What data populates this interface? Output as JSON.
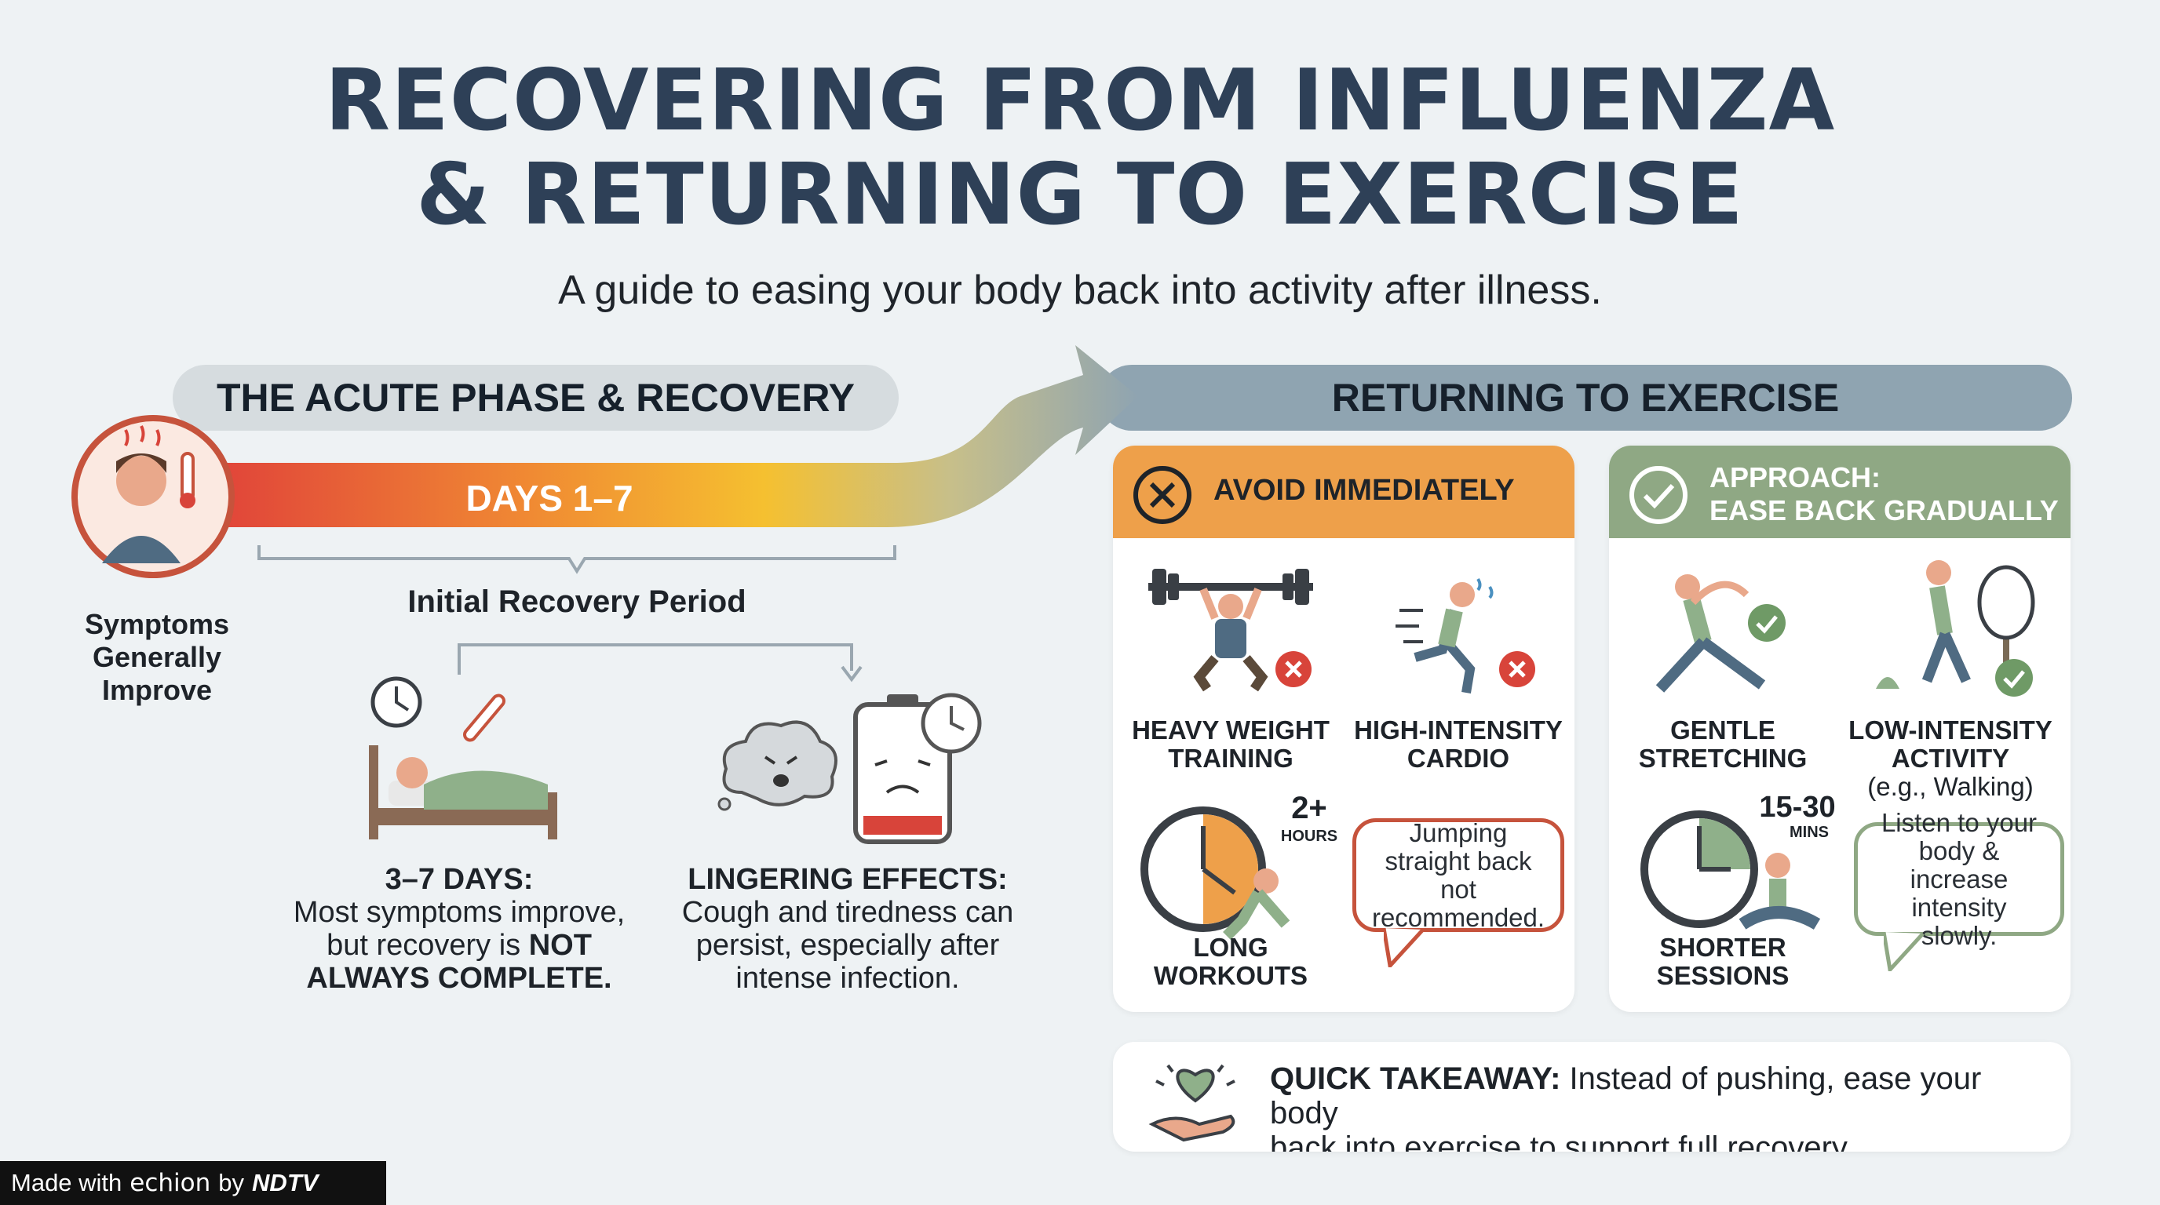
{
  "title_line1": "RECOVERING FROM INFLUENZA",
  "title_line2": "& RETURNING TO EXERCISE",
  "subtitle": "A guide to easing your body back into activity after illness.",
  "acute": {
    "header": "THE ACUTE PHASE & RECOVERY",
    "days_bar": "DAYS 1–7",
    "symptoms_label": "Symptoms Generally Improve",
    "period_label": "Initial Recovery Period",
    "card1": {
      "heading": "3–7 DAYS:",
      "text1": "Most symptoms improve,",
      "text2": "but recovery is",
      "emph1": "NOT",
      "emph2": "ALWAYS COMPLETE."
    },
    "card2": {
      "heading": "LINGERING EFFECTS:",
      "line1": "Cough and tiredness can",
      "line2": "persist, especially after",
      "line3": "intense infection."
    }
  },
  "exercise": {
    "header": "RETURNING TO EXERCISE",
    "avoid": {
      "title": "AVOID IMMEDIATELY",
      "item1_l1": "HEAVY WEIGHT",
      "item1_l2": "TRAINING",
      "item2_l1": "HIGH-INTENSITY",
      "item2_l2": "CARDIO",
      "item3_l1": "LONG",
      "item3_l2": "WORKOUTS",
      "hours_value": "2+",
      "hours_unit": "HOURS",
      "bubble_l1": "Jumping",
      "bubble_l2": "straight back not",
      "bubble_l3": "recommended."
    },
    "approach": {
      "title_l1": "APPROACH:",
      "title_l2": "EASE BACK GRADUALLY",
      "item1_l1": "GENTLE",
      "item1_l2": "STRETCHING",
      "item2_l1": "LOW-INTENSITY",
      "item2_l2": "ACTIVITY",
      "item2_l3": "(e.g., Walking)",
      "item3_l1": "SHORTER",
      "item3_l2": "SESSIONS",
      "mins_value": "15-30",
      "mins_unit": "MINS",
      "bubble_l1": "Listen to your",
      "bubble_l2": "body & increase",
      "bubble_l3": "intensity slowly."
    },
    "takeaway": {
      "label": "QUICK TAKEAWAY:",
      "text1": " Instead of pushing, ease your body",
      "text2": "back into exercise to support full recovery."
    }
  },
  "footer": {
    "made_with": "Made with",
    "brand": "echion",
    "by": "by",
    "ndtv": "NDTV"
  },
  "colors": {
    "avoid": "#eea04a",
    "approach": "#8fa884",
    "header_grey": "#d6dcdf",
    "header_blue": "#8fa4b1",
    "title": "#2e4057"
  },
  "icons": [
    "sick-person-icon",
    "thermometer-icon",
    "clock-icon",
    "bed-icon",
    "cough-cloud-icon",
    "low-battery-icon",
    "weightlifter-icon",
    "runner-icon",
    "x-badge-icon",
    "stretching-icon",
    "walking-icon",
    "tree-icon",
    "check-badge-icon",
    "timer-clock-icon",
    "meditation-icon",
    "heart-hand-icon",
    "x-circle-icon",
    "check-circle-icon"
  ]
}
